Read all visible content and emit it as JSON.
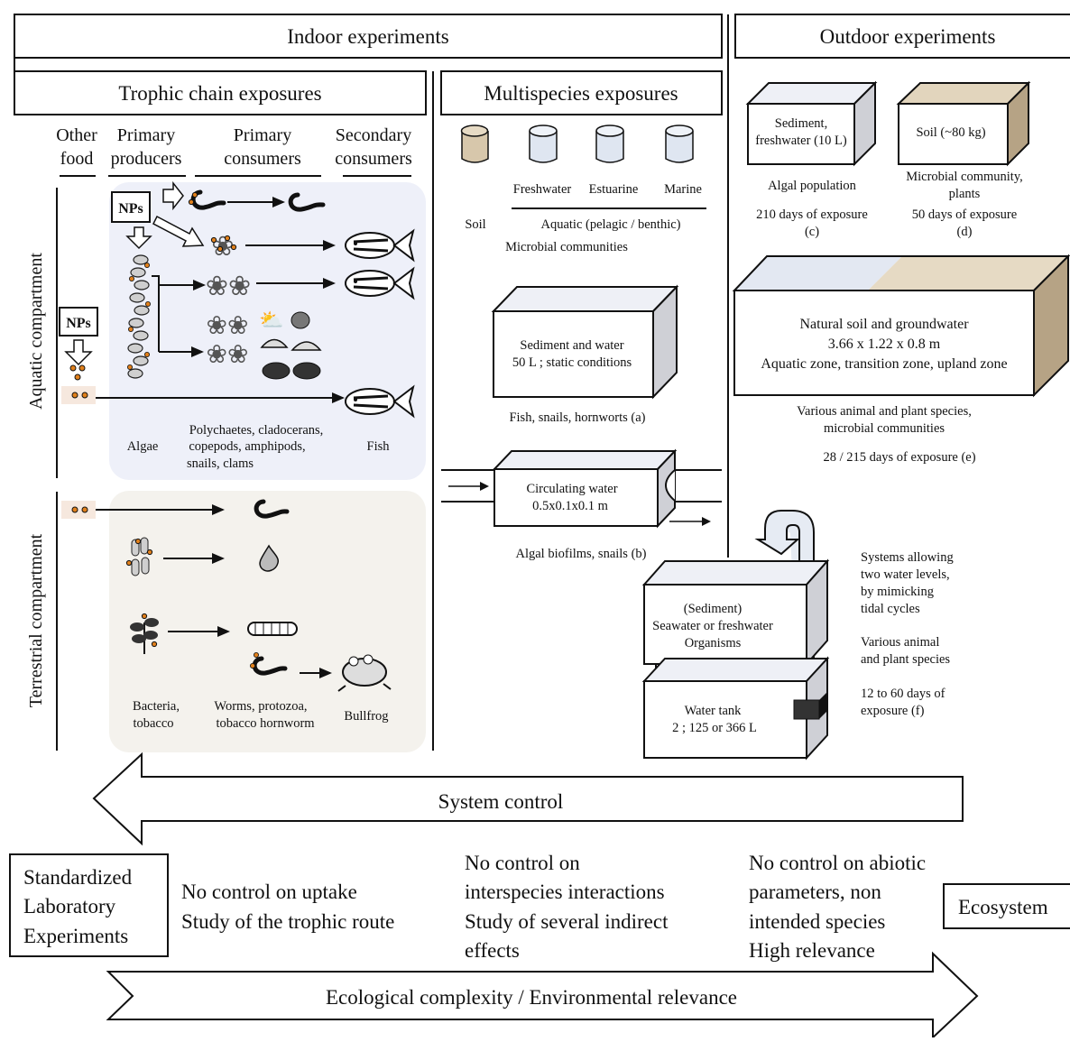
{
  "colors": {
    "aquatic_bg": "#eef0f9",
    "terrestrial_bg": "#f4f2ed",
    "soil": "#d7c7ab",
    "soil_side": "#b6a385",
    "water": "#dfe6f1",
    "box_side": "#cfd0d6",
    "particle": "#e0801c",
    "stroke": "#111111"
  },
  "headers": {
    "indoor": "Indoor experiments",
    "outdoor": "Outdoor experiments",
    "trophic": "Trophic chain exposures",
    "multispecies": "Multispecies exposures"
  },
  "columns": {
    "other_food": [
      "Other",
      "food"
    ],
    "primary_producers": [
      "Primary",
      "producers"
    ],
    "primary_consumers": [
      "Primary",
      "consumers"
    ],
    "secondary_consumers": [
      "Secondary",
      "consumers"
    ]
  },
  "compartments": {
    "aquatic": "Aquatic compartment",
    "terrestrial": "Terrestrial compartment"
  },
  "nps_label": "NPs",
  "aquatic_labels": {
    "algae": "Algae",
    "consumers": [
      "Polychaetes, cladocerans,",
      "copepods, amphipods,",
      "snails, clams"
    ],
    "fish": "Fish"
  },
  "terrestrial_labels": {
    "producers": [
      "Bacteria,",
      "tobacco"
    ],
    "consumers": [
      "Worms, protozoa,",
      "tobacco hornworm"
    ],
    "bullfrog": "Bullfrog"
  },
  "multispecies": {
    "containers": [
      "Soil",
      "Freshwater",
      "Estuarine",
      "Marine"
    ],
    "aquatic_caption": "Aquatic (pelagic / benthic)",
    "microbial": "Microbial communities",
    "box_a": [
      "Sediment and water",
      "50 L ; static conditions"
    ],
    "caption_a": "Fish, snails, hornworts (a)",
    "box_b": [
      "Circulating water",
      "0.5x0.1x0.1 m"
    ],
    "caption_b": "Algal biofilms, snails (b)"
  },
  "outdoor": {
    "box_c": [
      "Sediment,",
      "freshwater (10 L)"
    ],
    "caption_c": [
      "Algal population",
      "210 days of exposure",
      "(c)"
    ],
    "box_d": "Soil (~80 kg)",
    "caption_d": [
      "Microbial community,",
      "plants",
      "50 days of exposure",
      "(d)"
    ],
    "box_e": [
      "Natural soil and groundwater",
      "3.66 x 1.22 x 0.8 m",
      "Aquatic zone, transition zone, upland zone"
    ],
    "caption_e": [
      "Various animal and plant species,",
      "microbial communities",
      "28 / 215 days of exposure (e)"
    ],
    "tank_top": [
      "(Sediment)",
      "Seawater or freshwater",
      "Organisms"
    ],
    "tank_bottom": [
      "Water tank",
      "2 ; 125 or 366 L"
    ],
    "caption_f": [
      "Systems allowing",
      "two water levels,",
      "by mimicking",
      "tidal cycles",
      "Various animal",
      "and plant species",
      "12 to 60 days of",
      "exposure (f)"
    ]
  },
  "system_control": "System control",
  "standardized": [
    "Standardized",
    "Laboratory",
    "Experiments"
  ],
  "note_trophic": [
    "No control on uptake",
    "Study of the trophic route"
  ],
  "note_multi": [
    "No control on",
    "interspecies interactions",
    "Study of several indirect",
    "effects"
  ],
  "note_outdoor": [
    "No control on abiotic",
    "parameters, non",
    "intended species",
    "High relevance"
  ],
  "ecosystem": "Ecosystem",
  "ecological": "Ecological complexity / Environmental relevance"
}
